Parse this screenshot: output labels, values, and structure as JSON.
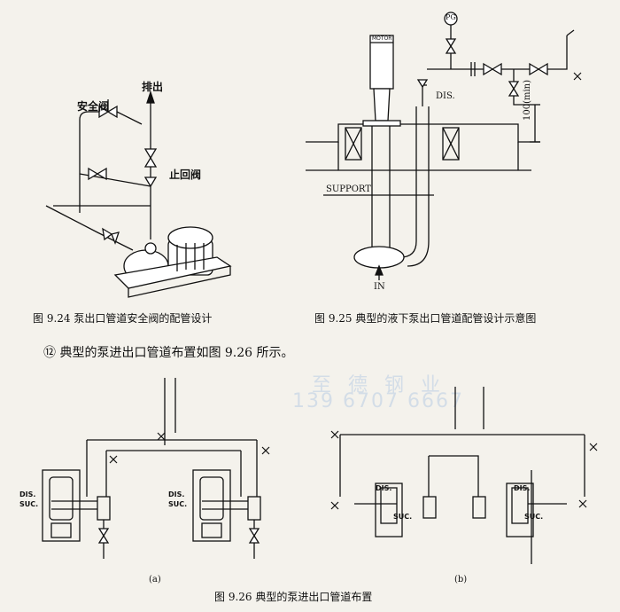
{
  "fig924": {
    "caption": "图 9.24   泵出口管道安全阀的配管设计",
    "label_discharge": "排出",
    "label_safety_valve": "安全阀",
    "label_check_valve": "止回阀"
  },
  "fig925": {
    "caption": "图 9.25   典型的液下泵出口管道配管设计示意图",
    "label_motor": "MOTOR",
    "label_pg": "PG",
    "label_dis": "DIS.",
    "label_support": "SUPPORT",
    "label_in": "IN",
    "label_dim": "100(min)"
  },
  "paragraph": "⑫ 典型的泵进出口管道布置如图 9.26 所示。",
  "fig926": {
    "caption": "图 9.26   典型的泵进出口管道布置",
    "sub_a": "(a)",
    "sub_b": "(b)",
    "dis_a1": "DIS.",
    "suc_a1": "SUC.",
    "dis_a2": "DIS.",
    "suc_a2": "SUC.",
    "dis_b1": "DIS.",
    "suc_b1": "SUC.",
    "dis_b2": "DIS.",
    "suc_b2": "SUC."
  },
  "watermark": {
    "line1": "至 德 钢 业",
    "line2": "139 6707 6667"
  }
}
